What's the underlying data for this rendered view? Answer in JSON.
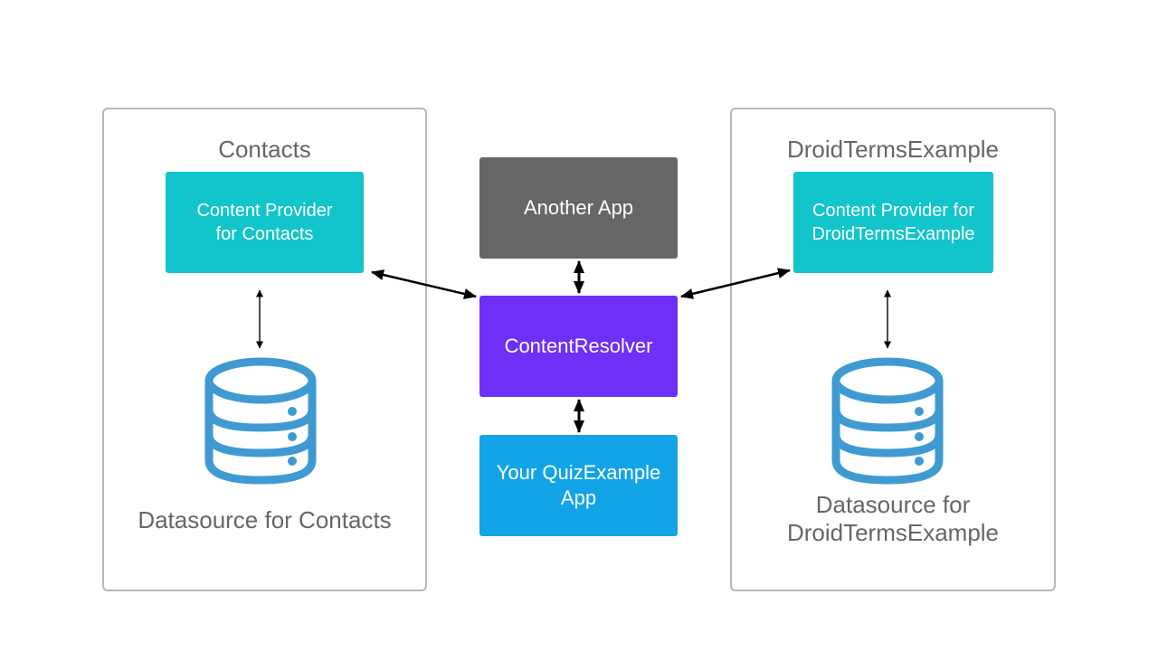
{
  "groups": {
    "contacts": {
      "title": "Contacts",
      "provider_lines": [
        "Content Provider",
        "for Contacts"
      ],
      "datasource_lines": [
        "Datasource for Contacts"
      ]
    },
    "droid": {
      "title": "DroidTermsExample",
      "provider_lines": [
        "Content Provider for",
        "DroidTermsExample"
      ],
      "datasource_lines": [
        "Datasource for",
        "DroidTermsExample"
      ]
    }
  },
  "center": {
    "another_app": "Another App",
    "resolver": "ContentResolver",
    "quiz_lines": [
      "Your QuizExample",
      "App"
    ]
  },
  "icons": {
    "database": "database-icon",
    "arrow": "double-headed-arrow"
  },
  "colors": {
    "provider": "#12c5cb",
    "another_app": "#666666",
    "resolver": "#6e2ff7",
    "quiz": "#13a4e8",
    "database": "#3f9ad1",
    "border": "#b7b7b7",
    "label_text": "#666666"
  }
}
